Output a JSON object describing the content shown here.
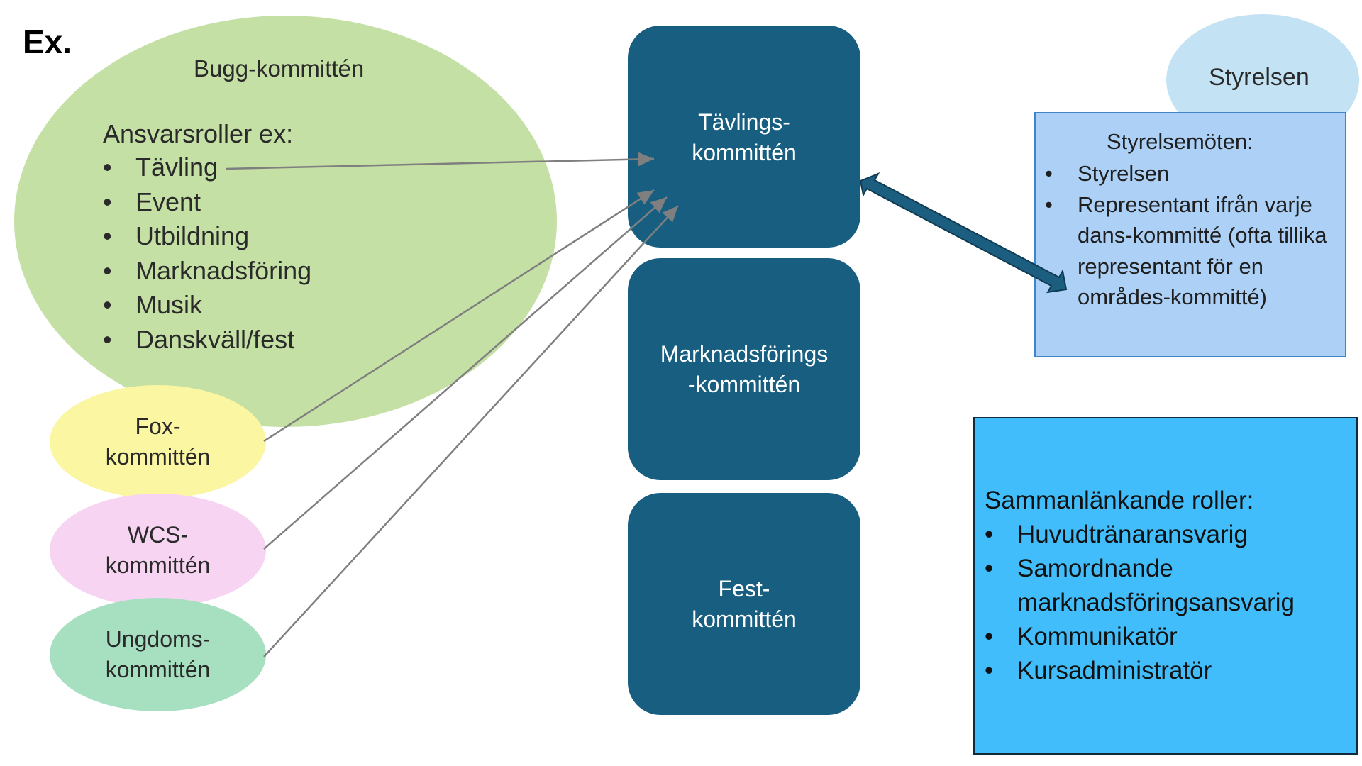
{
  "page": {
    "title": "Ex."
  },
  "bugg": {
    "title": "Bugg-kommittén",
    "roles_heading": "Ansvarsroller ex:",
    "roles": [
      "Tävling",
      "Event",
      "Utbildning",
      "Marknadsföring",
      "Musik",
      "Danskväll/fest"
    ]
  },
  "dance_committees": {
    "fox": [
      "Fox-",
      "kommittén"
    ],
    "wcs": [
      "WCS-",
      "kommittén"
    ],
    "ungdom": [
      "Ungdoms-",
      "kommittén"
    ]
  },
  "center_committees": {
    "tavling": [
      "Tävlings-",
      "kommittén"
    ],
    "marknad": [
      "Marknadsförings",
      "-kommittén"
    ],
    "fest": [
      "Fest-",
      "kommittén"
    ]
  },
  "board": {
    "label": "Styrelsen",
    "meeting_title": "Styrelsemöten:",
    "meeting_items": [
      "Styrelsen",
      "Representant ifrån varje dans-kommitté (ofta tillika representant för en områdes-kommitté)"
    ]
  },
  "linking_roles": {
    "heading": "Sammanlänkande roller:",
    "items": [
      "Huvudtränaransvarig",
      "Samordnande marknadsföringsansvarig",
      "Kommunikatör",
      "Kursadministratör"
    ]
  },
  "colors": {
    "bugg": "#c5e0a5",
    "fox": "#fbf6a1",
    "wcs": "#f7d4f1",
    "ungdom": "#a6e0c1",
    "committee_box": "#175e81",
    "board_ellipse": "#c3e2f3",
    "meeting_box": "#acd0f6",
    "linking_box": "#40bdfa",
    "connector": "#7f7f7f",
    "double_arrow": "#1b5e80"
  }
}
